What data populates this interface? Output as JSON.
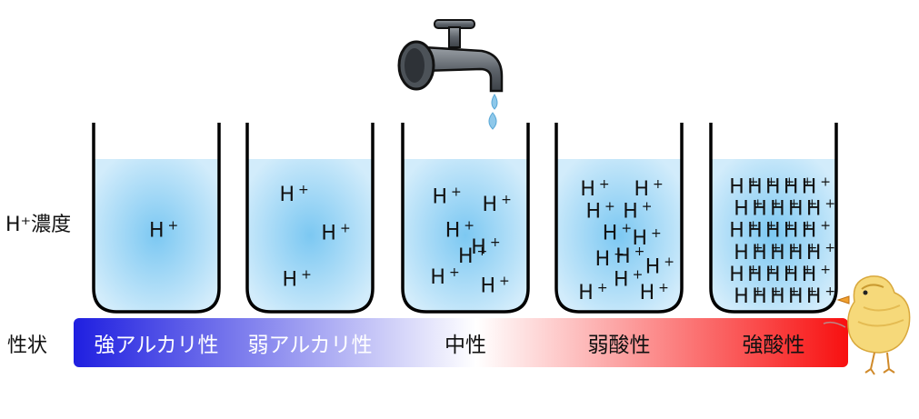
{
  "row_labels": {
    "concentration": "H⁺濃度",
    "property": "性状"
  },
  "ion": {
    "symbol": "H",
    "charge": "+"
  },
  "beakers": [
    {
      "ion_count": 1
    },
    {
      "ion_count": 3
    },
    {
      "ion_count": 7
    },
    {
      "ion_count": 12
    },
    {
      "ion_count": 30
    }
  ],
  "scale": {
    "labels": [
      "強アルカリ性",
      "弱アルカリ性",
      "中性",
      "弱酸性",
      "強酸性"
    ],
    "colors": [
      "#1f1fe0",
      "#ffffff",
      "#f81010"
    ]
  },
  "icons": [
    "faucet-icon",
    "water-drop-icon",
    "chick-icon"
  ]
}
